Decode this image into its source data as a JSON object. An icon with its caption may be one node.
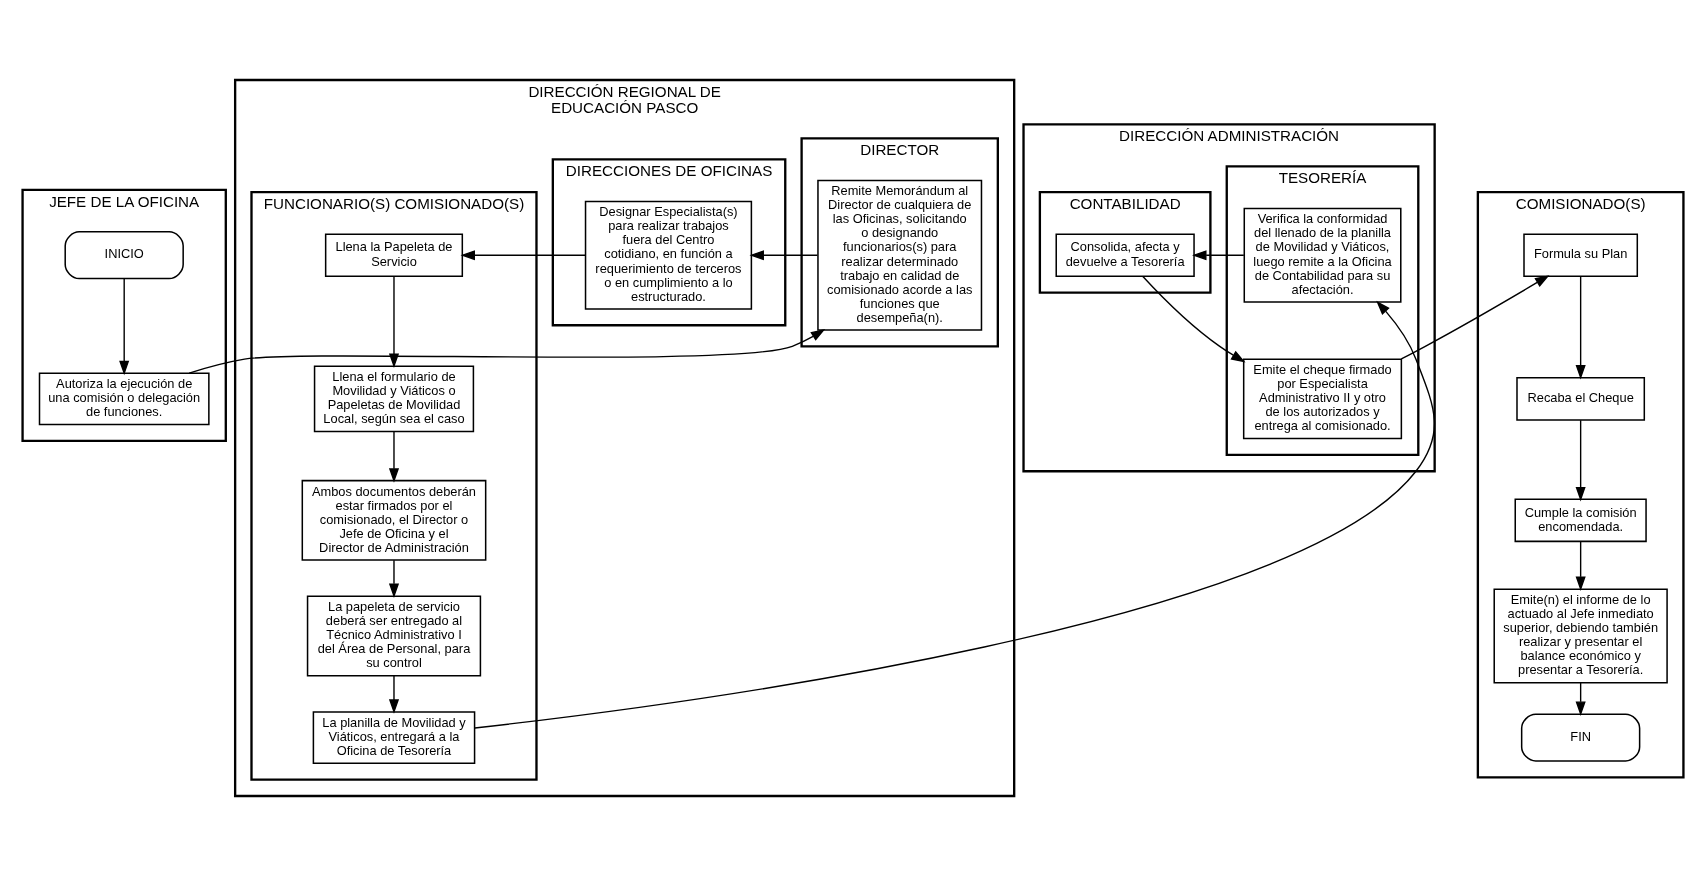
{
  "diagram": {
    "nodes": [
      {
        "text": [
          "JEFE DE LA OFICINA"
        ]
      },
      {
        "text": [
          "DIRECCIÓN REGIONAL DE EDUCACIÓN PASCO"
        ]
      },
      {
        "text": [
          "DIRECTOR"
        ],
        "in": 1
      },
      {
        "text": [
          "DIRECCIONES DE OFICINAS"
        ],
        "in": 1
      },
      {
        "text": [
          "FUNCIONARIO(S) COMISIONADO(S)"
        ],
        "in": 1
      },
      {
        "text": [
          "DIRECCIÓN ADMINISTRACIÓN"
        ]
      },
      {
        "text": [
          "TESORERÍA"
        ],
        "in": 5
      },
      {
        "text": [
          "CONTABILIDAD"
        ],
        "in": 5
      },
      {
        "text": [
          "COMISIONADO(S)"
        ]
      },
      {
        "text": [
          "INICIO"
        ],
        "in": 0
      },
      {
        "text": [
          "Autoriza la ejecución de una comisión o delegación de funciones."
        ],
        "in": 0
      },
      {
        "text": [
          "Remite Memorándum al Director de cualquiera de las Oficinas, solicitando o designando funcionarios(s) para realizar determinado trabajo en calidad de comisionado acorde a las funciones que desempeña(n)."
        ],
        "in": 2
      },
      {
        "text": [
          "Designar Especialista(s) para realizar trabajos fuera del Centro cotidiano, en función a requerimiento de terceros o en cumplimiento a lo estructurado."
        ],
        "in": 3
      },
      {
        "text": [
          "Llena la Papeleta de Servicio"
        ],
        "in": 4
      },
      {
        "text": [
          "Llena el formulario de Movilidad y Viáticos o Papeletas de Movilidad Local, según sea el caso"
        ],
        "in": 4
      },
      {
        "text": [
          "Ambos documentos deberán estar firmados por el comisionado, el Director o Jefe de Oficina y el Director de Administración"
        ],
        "in": 4
      },
      {
        "text": [
          "La papeleta de servicio deberá ser entregado al Técnico Administrativo I del Área de Personal, para su control"
        ],
        "in": 4
      },
      {
        "text": [
          "La planilla de Movilidad y Viáticos, entregará a la Oficina de Tesorería"
        ],
        "in": 4
      },
      {
        "text": [
          "Verifica la conformidad del llenado de la planilla de Movilidad y Viáticos, luego remite a la Oficina de Contabilidad para su afectación."
        ],
        "in": 6
      },
      {
        "text": [
          "Emite el cheque firmado por Especialista Administrativo II y otro de los autorizados y entrega al comisionado."
        ],
        "in": 6
      },
      {
        "text": [
          "Consolida, afecta y devuelve a Tesorería"
        ],
        "in": 7
      },
      {
        "text": [
          "Formula su Plan"
        ],
        "in": 8
      },
      {
        "text": [
          "Recaba el Cheque"
        ],
        "in": 8
      },
      {
        "text": [
          "Cumple la comisión encomendada."
        ],
        "in": 8
      },
      {
        "text": [
          "Emite(n) el informe de lo actuado al Jefe inmediato superior, debiendo también realizar y presentar el balance económico y presentar a Tesorería."
        ],
        "in": 8
      },
      {
        "text": [
          "FIN"
        ],
        "in": 8
      }
    ],
    "edges": [
      {
        "from": 9,
        "to": 10,
        "arrow": "to"
      },
      {
        "from": 10,
        "to": 11,
        "arrow": "to"
      },
      {
        "from": 11,
        "to": 12,
        "arrow": "to"
      },
      {
        "from": 12,
        "to": 13,
        "arrow": "to"
      },
      {
        "from": 13,
        "to": 14,
        "arrow": "to"
      },
      {
        "from": 14,
        "to": 15,
        "arrow": "to"
      },
      {
        "from": 15,
        "to": 16,
        "arrow": "to"
      },
      {
        "from": 16,
        "to": 17,
        "arrow": "to"
      },
      {
        "from": 17,
        "to": 18,
        "arrow": "to"
      },
      {
        "from": 18,
        "to": 20,
        "arrow": "to"
      },
      {
        "from": 20,
        "to": 19,
        "arrow": "to"
      },
      {
        "from": 19,
        "to": 21,
        "arrow": "to"
      },
      {
        "from": 21,
        "to": 22,
        "arrow": "to"
      },
      {
        "from": 22,
        "to": 23,
        "arrow": "to"
      },
      {
        "from": 23,
        "to": 24,
        "arrow": "to"
      },
      {
        "from": 24,
        "to": 25,
        "arrow": "to"
      }
    ]
  }
}
